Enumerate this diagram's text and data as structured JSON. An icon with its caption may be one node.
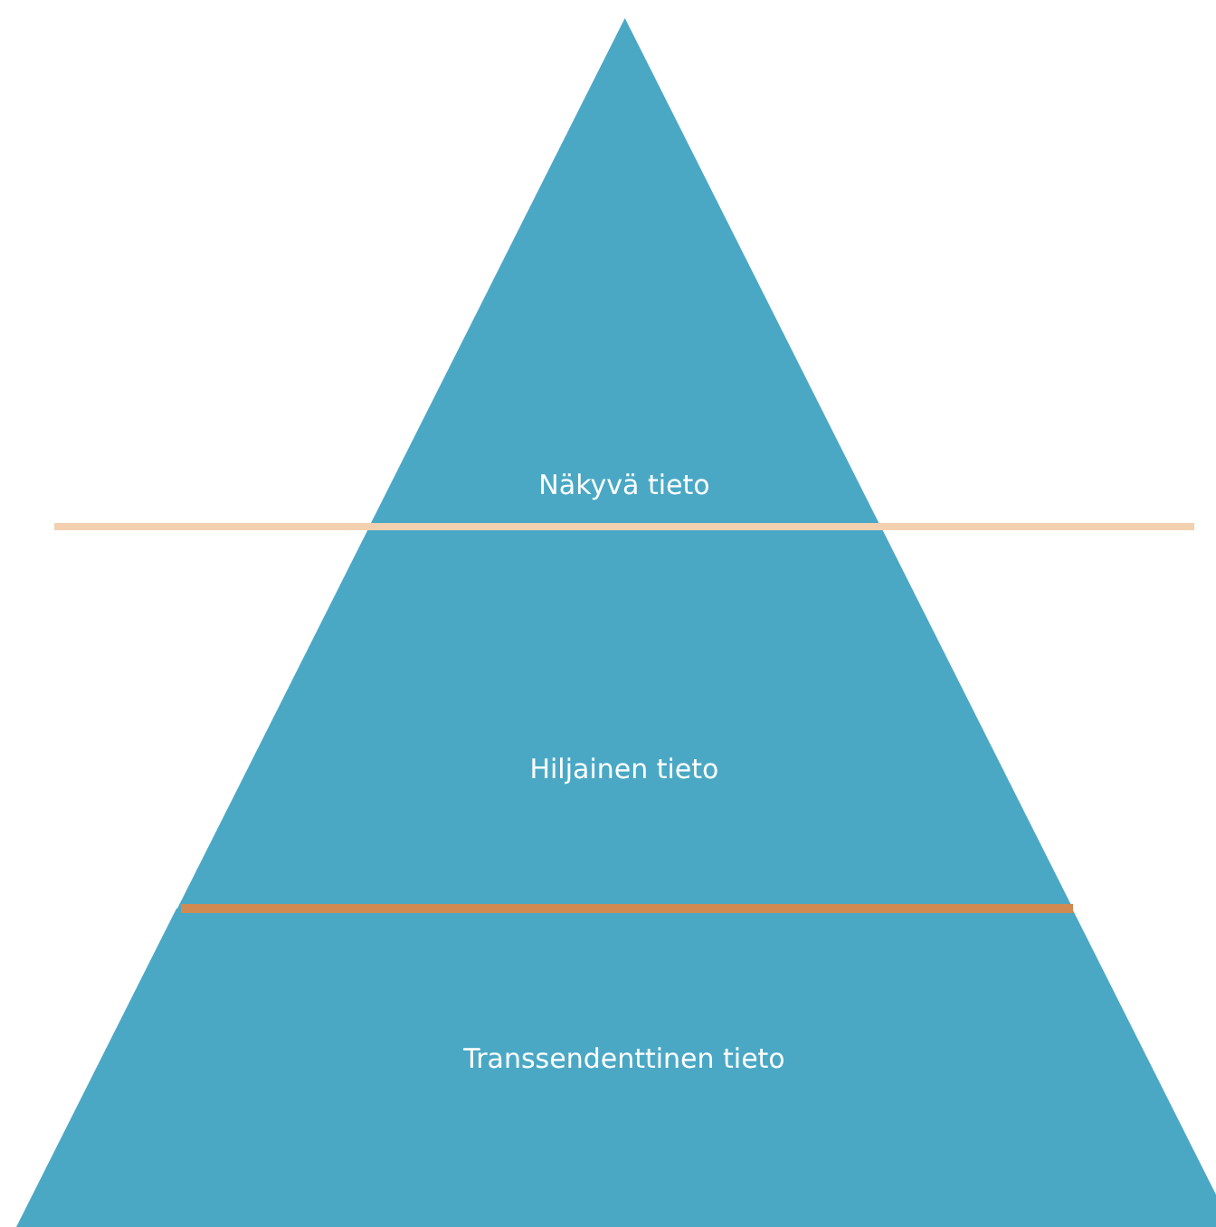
{
  "diagram": {
    "nodes": [
      {
        "text": [
          "Näkyvä tieto"
        ]
      },
      {
        "text": [
          "Hiljainen tieto"
        ]
      },
      {
        "text": [
          "Transsendenttinen tieto"
        ]
      }
    ]
  }
}
